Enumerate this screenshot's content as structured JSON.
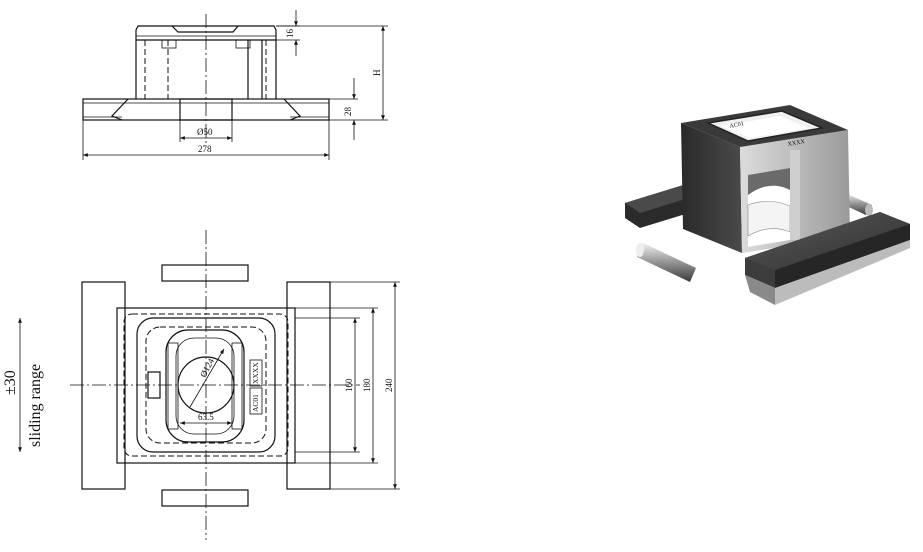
{
  "front_view": {
    "dim_height_top": "16",
    "dim_height_total": "H",
    "dim_base_height": "28",
    "dim_pin_diameter": "Ø50",
    "dim_base_width": "278"
  },
  "plan_view": {
    "dim_hole_diameter": "Ø124",
    "dim_inner_width": "63.5",
    "dim_160": "160",
    "dim_180": "180",
    "dim_240": "240",
    "marking_1": "AC01",
    "marking_2": "XXXX",
    "sliding_amount": "±30",
    "sliding_label": "sliding  range"
  },
  "render_3d": {
    "top_marking_1": "XXXX",
    "top_marking_2": "AC01"
  }
}
